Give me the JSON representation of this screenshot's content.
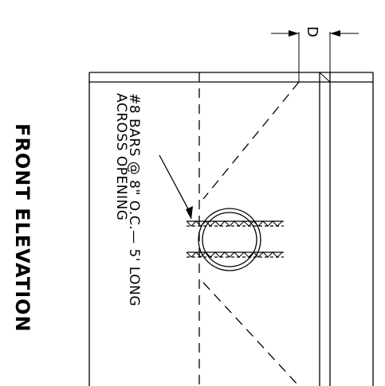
{
  "title": "FRONT ELEVATION",
  "note": {
    "line1": "#8 BARS @ 8\" O.C.— 5' LONG",
    "line2": "ACROSS OPENING"
  },
  "dimension": {
    "label": "D"
  }
}
